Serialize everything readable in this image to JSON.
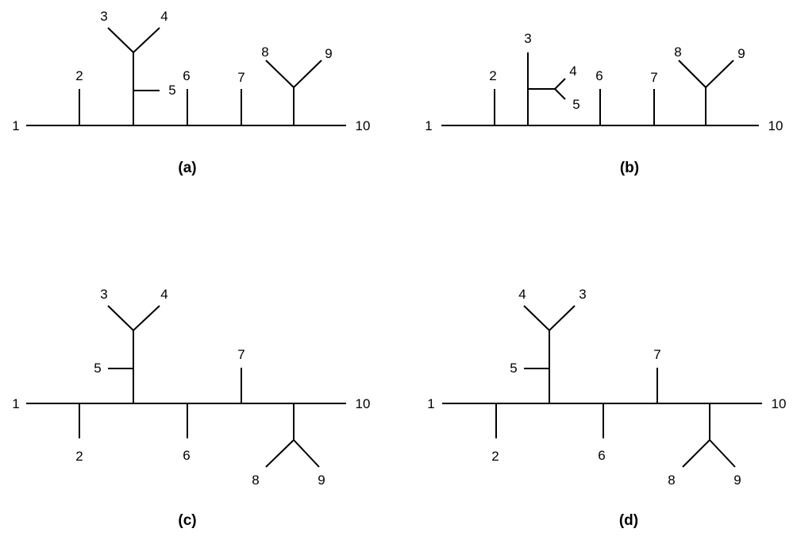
{
  "panels": [
    {
      "caption": "(a)",
      "leaves": [
        "1",
        "2",
        "3",
        "4",
        "5",
        "6",
        "7",
        "8",
        "9",
        "10"
      ]
    },
    {
      "caption": "(b)",
      "leaves": [
        "1",
        "2",
        "3",
        "4",
        "5",
        "6",
        "7",
        "8",
        "9",
        "10"
      ]
    },
    {
      "caption": "(c)",
      "leaves": [
        "1",
        "2",
        "3",
        "4",
        "5",
        "6",
        "7",
        "8",
        "9",
        "10"
      ]
    },
    {
      "caption": "(d)",
      "leaves": [
        "1",
        "2",
        "3",
        "4",
        "5",
        "6",
        "7",
        "8",
        "9",
        "10"
      ]
    }
  ]
}
